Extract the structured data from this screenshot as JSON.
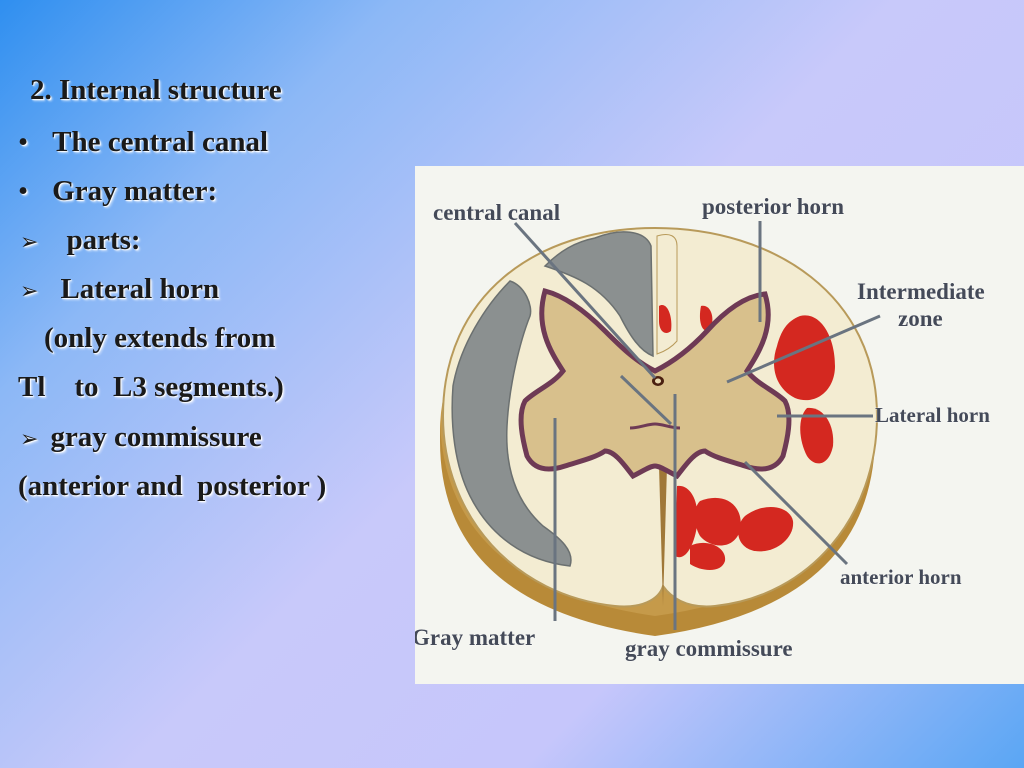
{
  "slide": {
    "heading": "2. Internal structure",
    "bullets": [
      {
        "marker": "•",
        "text": "The central canal"
      },
      {
        "marker": "•",
        "text": "Gray matter:"
      },
      {
        "marker": "➢",
        "text": "parts:"
      },
      {
        "marker": "➢",
        "text": "Lateral horn"
      }
    ],
    "note_line1": "(only extends from",
    "note_line2": "Tl    to  L3 segments.)",
    "commissure_bullet": {
      "marker": "➢",
      "text": "gray commissure"
    },
    "commissure_note": "(anterior and  posterior )"
  },
  "figure": {
    "labels": {
      "central_canal": "central canal",
      "posterior_horn": "posterior horn",
      "intermediate_zone_line1": "Intermediate",
      "intermediate_zone_line2": "zone",
      "lateral_horn": "Lateral horn",
      "anterior_horn": "anterior horn",
      "gray_matter": "Gray matter",
      "gray_commissure": "gray commissure"
    },
    "colors": {
      "white_matter": "#f3ecd2",
      "gray_matter": "#d8c08c",
      "outline": "#6e3a55",
      "tracts_gray": "#8b9090",
      "tracts_red": "#d42820",
      "cut_side": "#c8a050",
      "label_text": "#444a58",
      "leader_line": "#6a7480"
    }
  }
}
